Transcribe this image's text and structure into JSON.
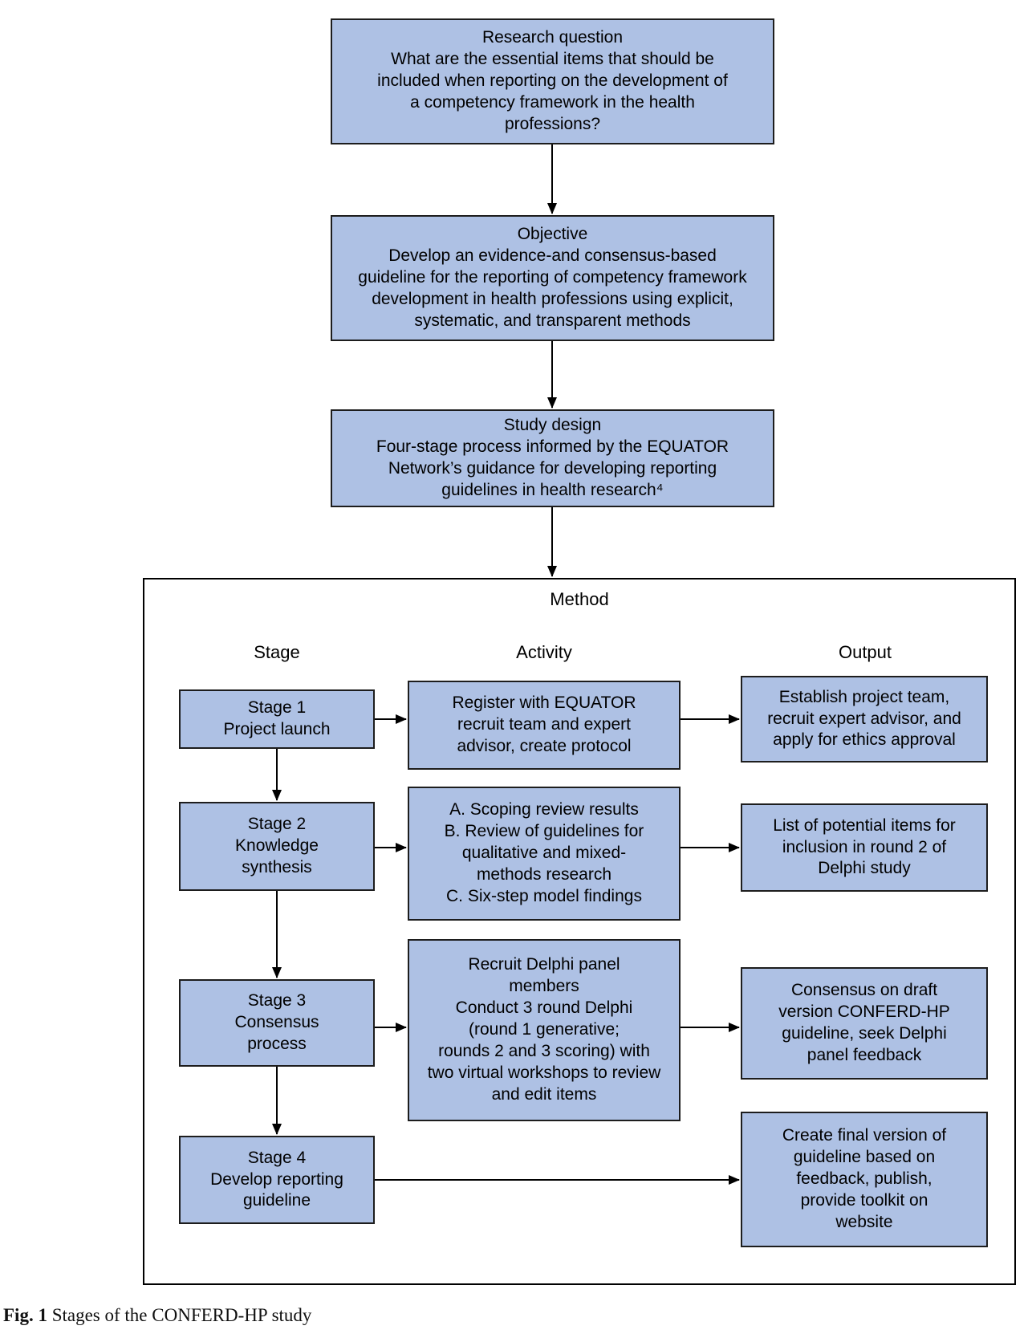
{
  "figure_caption": {
    "label": "Fig. 1",
    "text": "Stages of the CONFERD-HP study"
  },
  "colors": {
    "box_fill": "#aec1e4",
    "box_border": "#1d1d1d",
    "arrow": "#000000",
    "text": "#000000"
  },
  "top_flow": {
    "research_question": {
      "title": "Research question",
      "body": [
        "What are the essential items that should be",
        "included when reporting on the development of",
        "a competency framework in the health",
        "professions?"
      ]
    },
    "objective": {
      "title": "Objective",
      "body": [
        "Develop an evidence-and consensus-based",
        "guideline for the reporting of competency framework",
        "development in health professions using explicit,",
        "systematic, and transparent methods"
      ]
    },
    "study_design": {
      "title": "Study design",
      "body": [
        "Four-stage process informed by the EQUATOR",
        "Network’s guidance for developing reporting",
        "guidelines in health research⁴"
      ]
    }
  },
  "method": {
    "title": "Method",
    "column_headers": [
      "Stage",
      "Activity",
      "Output"
    ],
    "rows": [
      {
        "stage": [
          "Stage 1",
          "Project launch"
        ],
        "activity": [
          "Register with EQUATOR",
          "recruit team and expert",
          "advisor, create protocol"
        ],
        "output": [
          "Establish project team,",
          "recruit expert advisor, and",
          "apply for ethics approval"
        ]
      },
      {
        "stage": [
          "Stage 2",
          "Knowledge",
          "synthesis"
        ],
        "activity": [
          "A. Scoping review results",
          "B. Review of guidelines for",
          "qualitative and mixed-",
          "methods research",
          "C. Six-step model findings"
        ],
        "output": [
          "List of potential items for",
          "inclusion in round 2 of",
          "Delphi study"
        ]
      },
      {
        "stage": [
          "Stage 3",
          "Consensus",
          "process"
        ],
        "activity": [
          "Recruit Delphi panel",
          "members",
          "Conduct 3 round Delphi",
          "(round 1 generative;",
          "rounds 2 and 3 scoring) with",
          "two virtual workshops to review",
          "and edit items"
        ],
        "output": [
          "Consensus on draft",
          "version CONFERD-HP",
          "guideline, seek Delphi",
          "panel feedback"
        ]
      },
      {
        "stage": [
          "Stage 4",
          "Develop reporting",
          "guideline"
        ],
        "output": [
          "Create final version of",
          "guideline based on",
          "feedback, publish,",
          "provide toolkit on",
          "website"
        ]
      }
    ]
  }
}
